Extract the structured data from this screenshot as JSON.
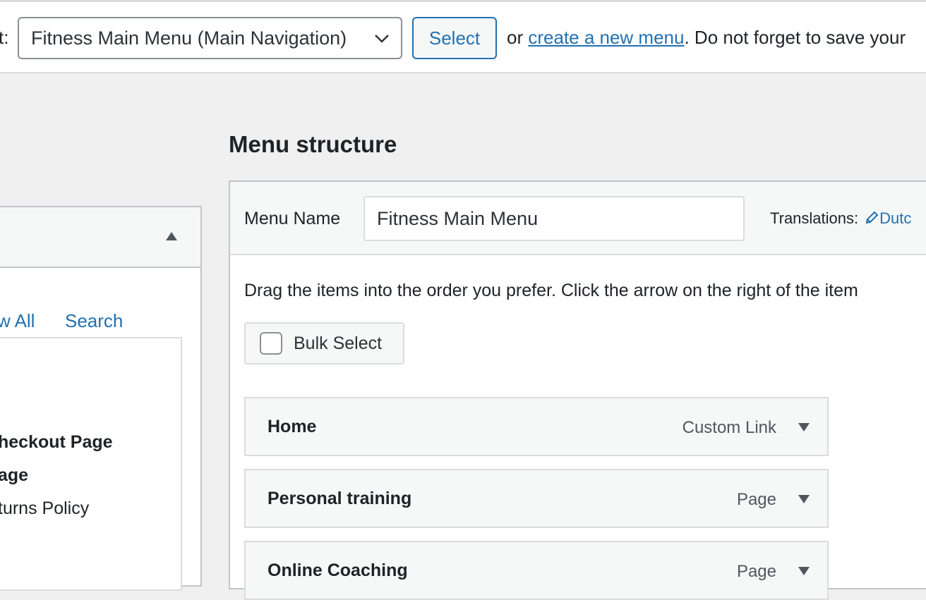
{
  "top": {
    "select_prefix": "t:",
    "menu_select_value": "Fitness Main Menu (Main Navigation)",
    "select_button": "Select",
    "or_text": "or ",
    "create_link": "create a new menu",
    "note_tail": ". Do not forget to save your"
  },
  "left_panel": {
    "tab_view_all": "w All",
    "tab_search": "Search",
    "items": [
      "heckout Page",
      "age",
      "turns Policy"
    ]
  },
  "structure": {
    "title": "Menu structure",
    "menu_name_label": "Menu Name",
    "menu_name_value": "Fitness Main Menu",
    "translations_label": "Translations:",
    "translations_link": "Dutc",
    "instructions": "Drag the items into the order you prefer. Click the arrow on the right of the item",
    "bulk_select": "Bulk Select",
    "items": [
      {
        "title": "Home",
        "type": "Custom Link"
      },
      {
        "title": "Personal training",
        "type": "Page"
      },
      {
        "title": "Online Coaching",
        "type": "Page"
      }
    ]
  },
  "icons": {
    "select_chevron": "chevron-down-icon",
    "collapse": "triangle-up-icon",
    "item_toggle": "triangle-down-icon",
    "translation_edit": "pencil-icon"
  },
  "colors": {
    "link": "#2271b1",
    "text": "#1d2327",
    "border": "#c3c4c7",
    "background": "#f0f0f1"
  }
}
